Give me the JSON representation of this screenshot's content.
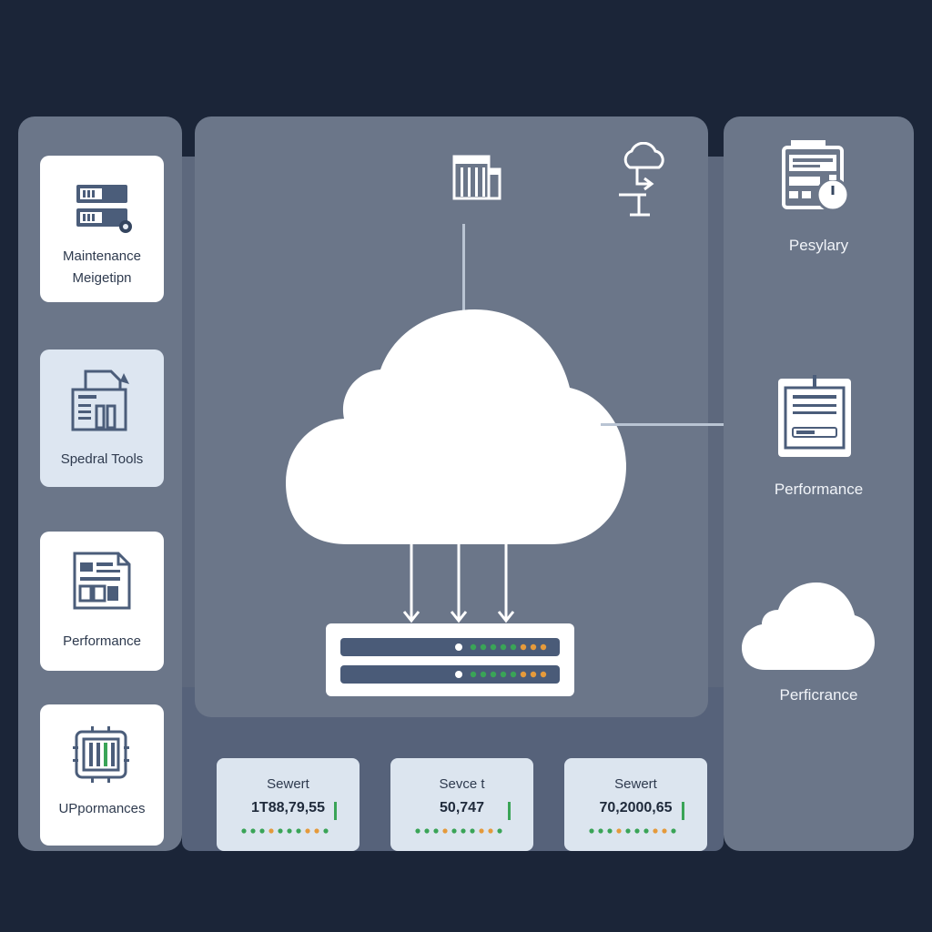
{
  "left_cards": [
    {
      "label_line1": "Maintenance",
      "label_line2": "Meigetipn",
      "icon": "server-stack-icon"
    },
    {
      "label_line1": "Spedral Tools",
      "icon": "document-builder-icon"
    },
    {
      "label_line1": "Performance",
      "icon": "report-document-icon"
    },
    {
      "label_line1": "UPpormances",
      "icon": "circuit-chip-icon"
    }
  ],
  "right_items": [
    {
      "label": "Pesylary",
      "icon": "monitor-gauge-icon"
    },
    {
      "label": "Performance",
      "icon": "tablet-display-icon"
    },
    {
      "label": "Perficrance",
      "icon": "cloud-icon"
    }
  ],
  "center": {
    "top_icons": [
      "building-icon",
      "cloud-network-icon"
    ],
    "main_icon": "cloud-icon",
    "server_icon": "server-rack-icon"
  },
  "metrics": [
    {
      "title": "Sewert",
      "value": "1T88,79,55"
    },
    {
      "title": "Sevce t",
      "value": "50,747"
    },
    {
      "title": "Sewert",
      "value": "70,2000,65"
    }
  ],
  "colors": {
    "background": "#1b2538",
    "panel": "#6b7689",
    "card": "#ffffff",
    "card_tinted": "#dde6f1",
    "status_green": "#3aa457",
    "status_orange": "#e59a3b",
    "server_bar": "#4a5b78"
  }
}
